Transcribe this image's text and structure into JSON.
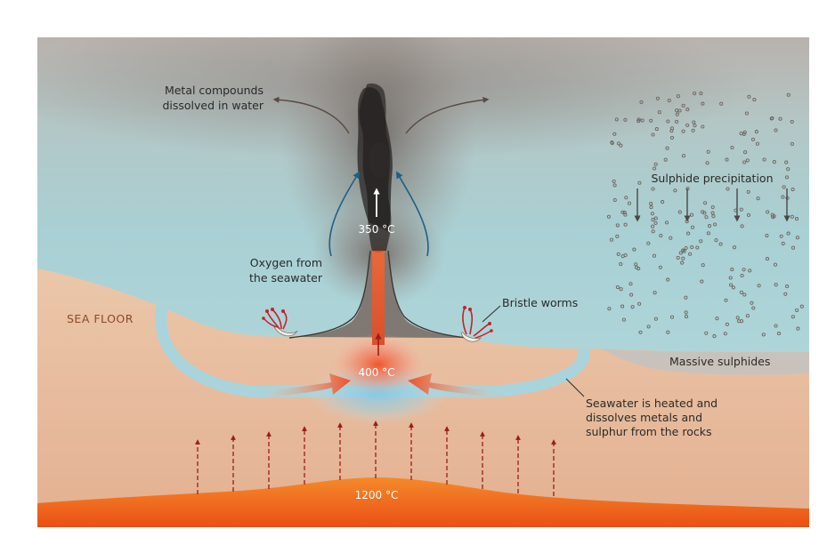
{
  "labels": {
    "metal_compounds_line1": "Metal compounds",
    "metal_compounds_line2": "dissolved in water",
    "oxygen_line1": "Oxygen from",
    "oxygen_line2": "the seawater",
    "temp_350": "350 °C",
    "temp_400": "400 °C",
    "temp_1200": "1200 °C",
    "sea_floor": "SEA FLOOR",
    "bristle_worms": "Bristle worms",
    "sulphide_precipitation": "Sulphide precipitation",
    "massive_sulphides": "Massive sulphides",
    "seawater_line1": "Seawater is heated and",
    "seawater_line2": "dissolves metals and",
    "seawater_line3": "sulphur from the rocks"
  },
  "colors": {
    "seawater": "#aed3d6",
    "plume": "#7d746f",
    "sediment": "#e8bfa0",
    "magma": "#ef6a1f",
    "hot_arrow": "#e8542a",
    "cold_flow": "#a9d4dc",
    "heat_arrow": "#9b1c1c"
  }
}
